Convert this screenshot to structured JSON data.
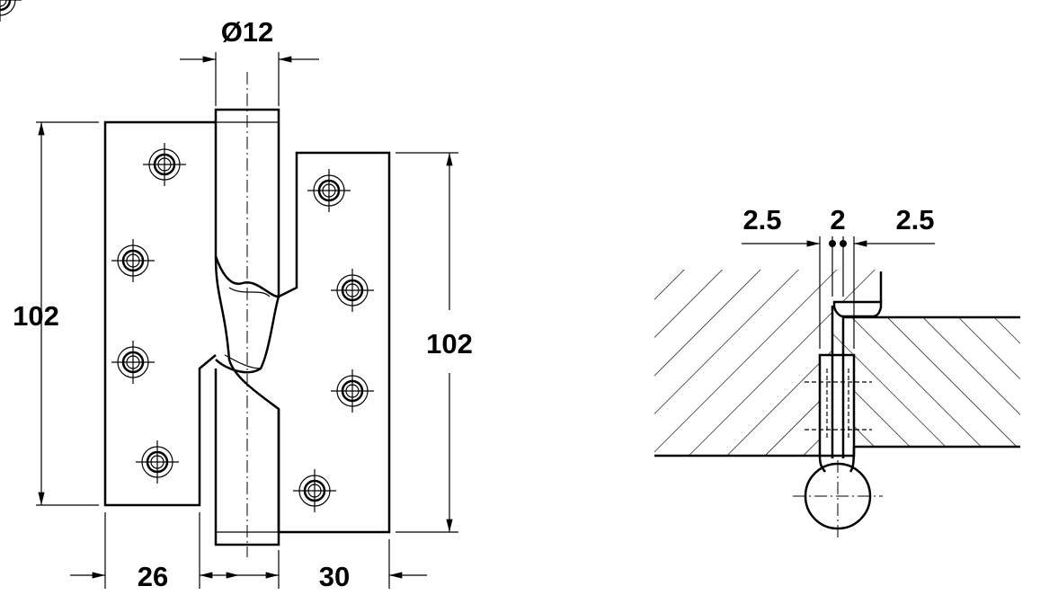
{
  "front_view": {
    "pin_diameter": "Ø12",
    "left_leaf_height": "102",
    "right_leaf_height": "102",
    "left_leaf_width": "26",
    "right_leaf_width": "30"
  },
  "section_view": {
    "left_gap": "2.5",
    "leaf_thickness": "2",
    "right_gap": "2.5"
  },
  "colors": {
    "line": "#000000",
    "background": "#ffffff"
  }
}
